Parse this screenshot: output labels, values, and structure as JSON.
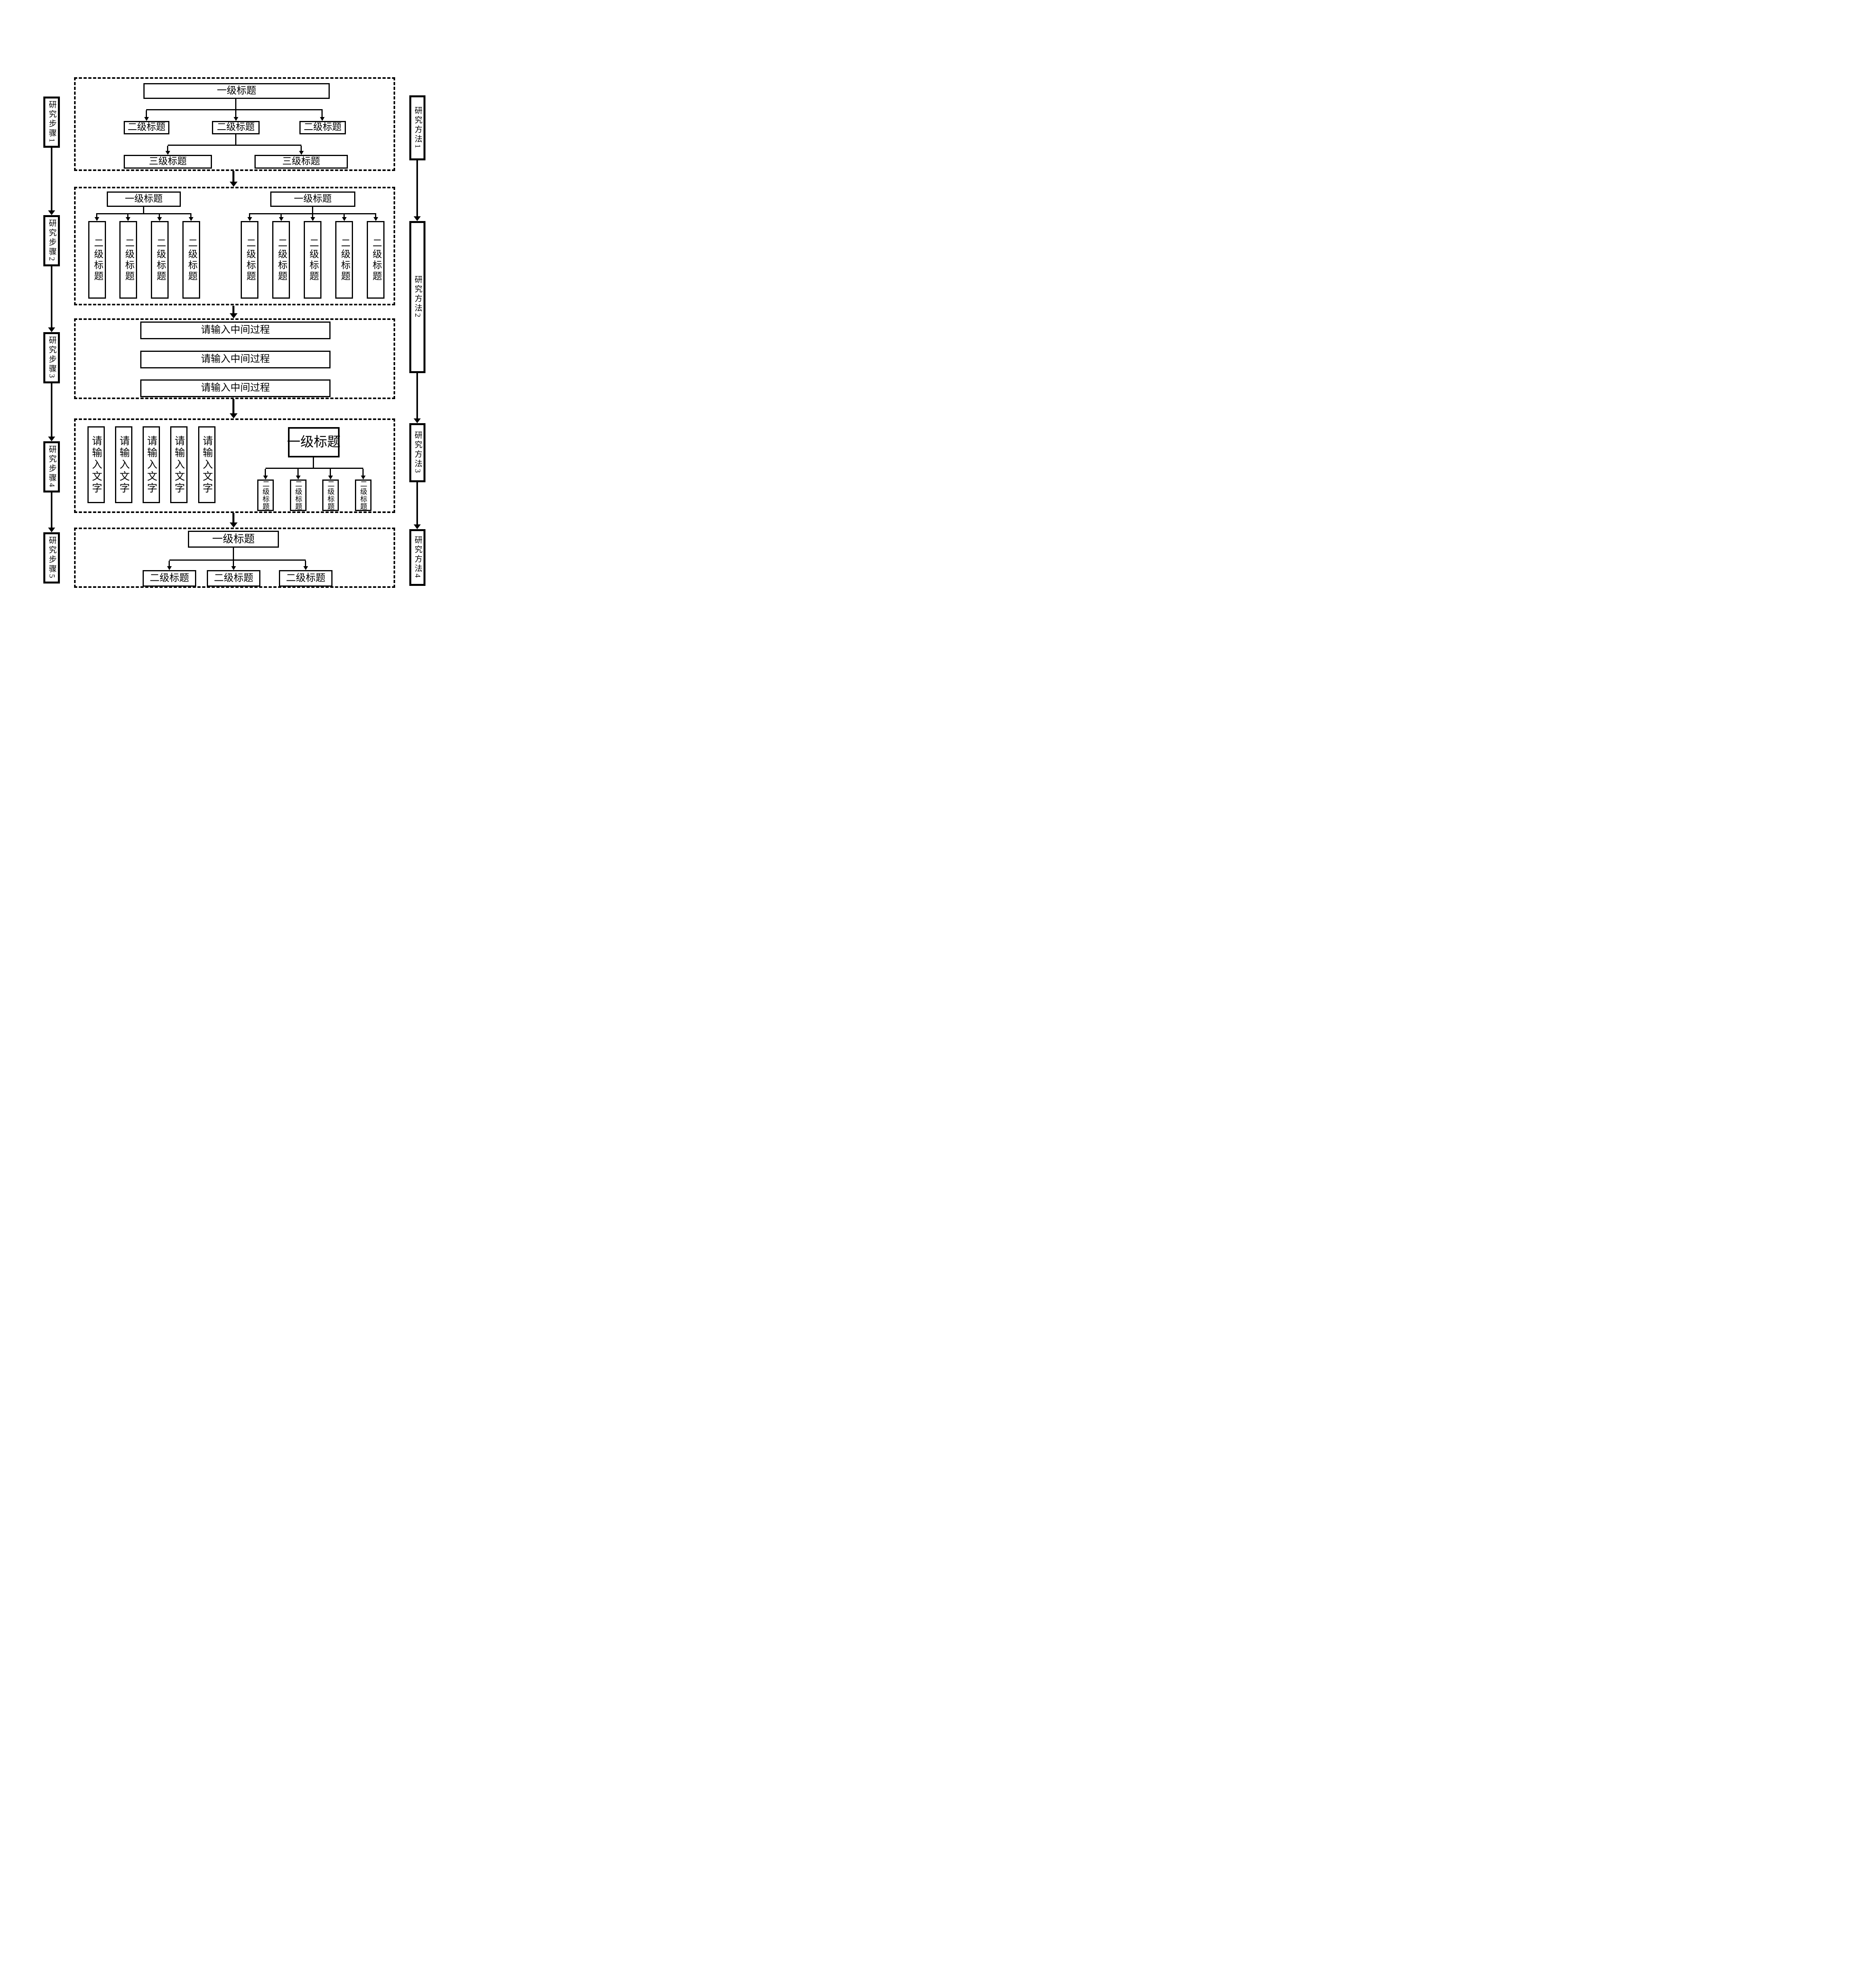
{
  "colors": {
    "ink": "#000000",
    "background": "#ffffff"
  },
  "left_sidebar": {
    "items": [
      "研究步骤1",
      "研究步骤2",
      "研究步骤3",
      "研究步骤4",
      "研究步骤5"
    ]
  },
  "right_sidebar": {
    "items": [
      "研究方法1",
      "研究方法2",
      "研究方法3",
      "研究方法4"
    ]
  },
  "sections": {
    "s1": {
      "level1": "一级标题",
      "level2": [
        "二级标题",
        "二级标题",
        "二级标题"
      ],
      "level3": [
        "三级标题",
        "三级标题"
      ]
    },
    "s2": {
      "left": {
        "level1": "一级标题",
        "children": [
          "二级标题",
          "二级标题",
          "二级标题",
          "二级标题"
        ]
      },
      "right": {
        "level1": "一级标题",
        "children": [
          "二级标题",
          "二级标题",
          "二级标题",
          "二级标题",
          "二级标题"
        ]
      }
    },
    "s3": {
      "boxes": [
        "请输入中间过程",
        "请输入中间过程",
        "请输入中间过程"
      ]
    },
    "s4": {
      "columns": [
        "请输入文字",
        "请输入文字",
        "请输入文字",
        "请输入文字",
        "请输入文字"
      ],
      "group": {
        "level1": "一级标题",
        "children": [
          "二级标题",
          "二级标题",
          "二级标题",
          "二级标题"
        ]
      }
    },
    "s5": {
      "level1": "一级标题",
      "children": [
        "二级标题",
        "二级标题",
        "二级标题"
      ]
    }
  }
}
